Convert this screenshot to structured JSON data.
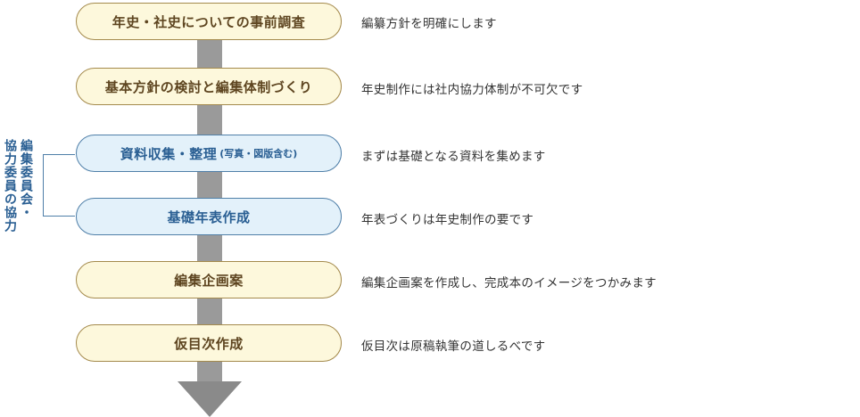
{
  "side_label": {
    "line1": "編集委員会・",
    "line2": "協力委員の協力"
  },
  "steps": [
    {
      "label": "年史・社史についての事前調査",
      "note": "",
      "description": "編纂方針を明確にします",
      "style": "yellow"
    },
    {
      "label": "基本方針の検討と編集体制づくり",
      "note": "",
      "description": "年史制作には社内協力体制が不可欠です",
      "style": "yellow"
    },
    {
      "label": "資料収集・整理",
      "note": "(写真・図版含む)",
      "description": "まずは基礎となる資料を集めます",
      "style": "blue"
    },
    {
      "label": "基礎年表作成",
      "note": "",
      "description": "年表づくりは年史制作の要です",
      "style": "blue"
    },
    {
      "label": "編集企画案",
      "note": "",
      "description": "編集企画案を作成し、完成本のイメージをつかみます",
      "style": "yellow"
    },
    {
      "label": "仮目次作成",
      "note": "",
      "description": "仮目次は原稿執筆の道しるべです",
      "style": "yellow"
    }
  ],
  "colors": {
    "yellow_fill": "#fdf8dc",
    "yellow_border": "#a48a4c",
    "blue_fill": "#e3f1fa",
    "blue_border": "#4f7fa8",
    "arrow": "#9a9a9a"
  }
}
